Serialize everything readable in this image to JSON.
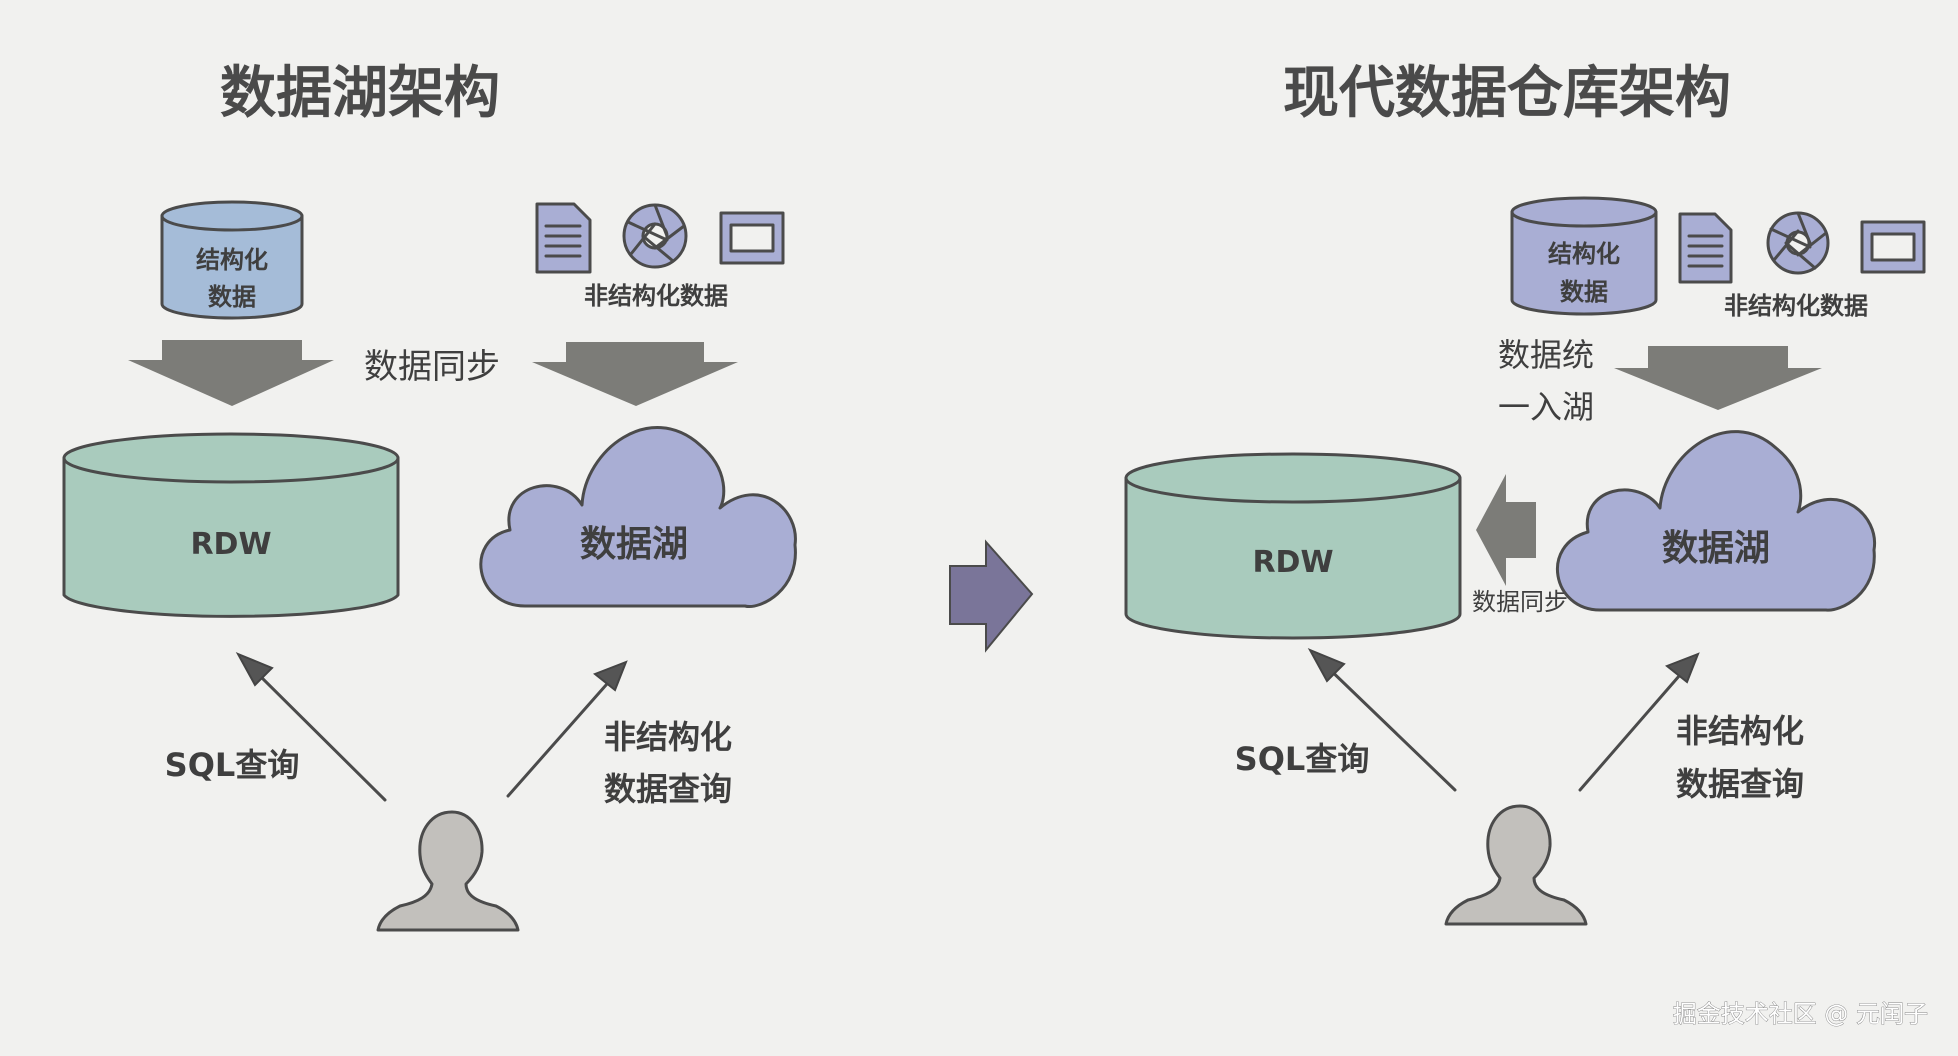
{
  "left_panel": {
    "title": "数据湖架构",
    "structured_data_line1": "结构化",
    "structured_data_line2": "数据",
    "unstructured_data_label": "非结构化数据",
    "sync_label": "数据同步",
    "rdw_label": "RDW",
    "lake_label": "数据湖",
    "sql_query_label": "SQL查询",
    "unstructured_query_line1": "非结构化",
    "unstructured_query_line2": "数据查询"
  },
  "right_panel": {
    "title": "现代数据仓库架构",
    "structured_data_line1": "结构化",
    "structured_data_line2": "数据",
    "unstructured_data_label": "非结构化数据",
    "ingest_line1": "数据统",
    "ingest_line2": "一入湖",
    "rdw_label": "RDW",
    "lake_label": "数据湖",
    "sync_label": "数据同步",
    "sql_query_label": "SQL查询",
    "unstructured_query_line1": "非结构化",
    "unstructured_query_line2": "数据查询"
  },
  "watermark": "掘金技术社区 @ 元闰子",
  "colors": {
    "background": "#f1f1ef",
    "rdw_fill": "#a9cbbd",
    "lake_fill": "#a9aed4",
    "structured_db_fill": "#a5bcd8",
    "arrow_gray": "#7c7c78",
    "transition_arrow": "#7a7599"
  },
  "icons": [
    "document-icon",
    "camera-shutter-icon",
    "film-strip-icon",
    "person-icon"
  ]
}
